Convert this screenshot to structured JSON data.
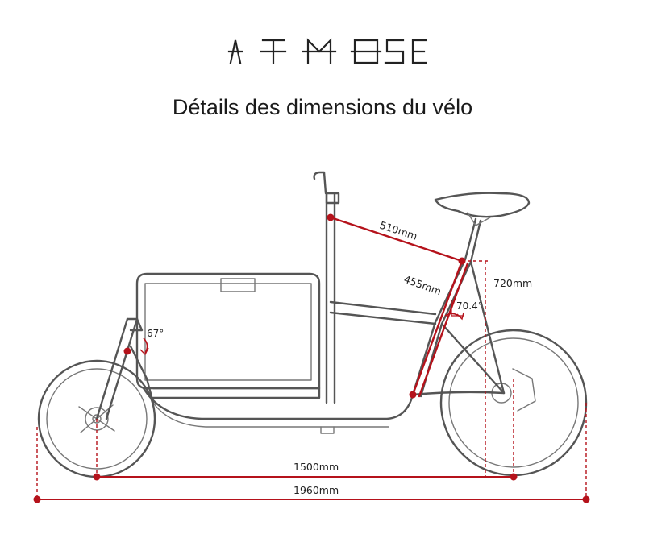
{
  "header": {
    "brand_name": "ATMOSE",
    "title": "Détails des dimensions du vélo"
  },
  "dimensions": {
    "top_tube": "510mm",
    "seat_tube": "455mm",
    "stack_height": "720mm",
    "wheelbase": "1500mm",
    "overall_length": "1960mm",
    "seat_angle": "70.4°",
    "head_angle": "67°"
  },
  "colors": {
    "accent_red": "#b5121b",
    "frame_gray": "#555555",
    "text": "#1a1a1a"
  }
}
